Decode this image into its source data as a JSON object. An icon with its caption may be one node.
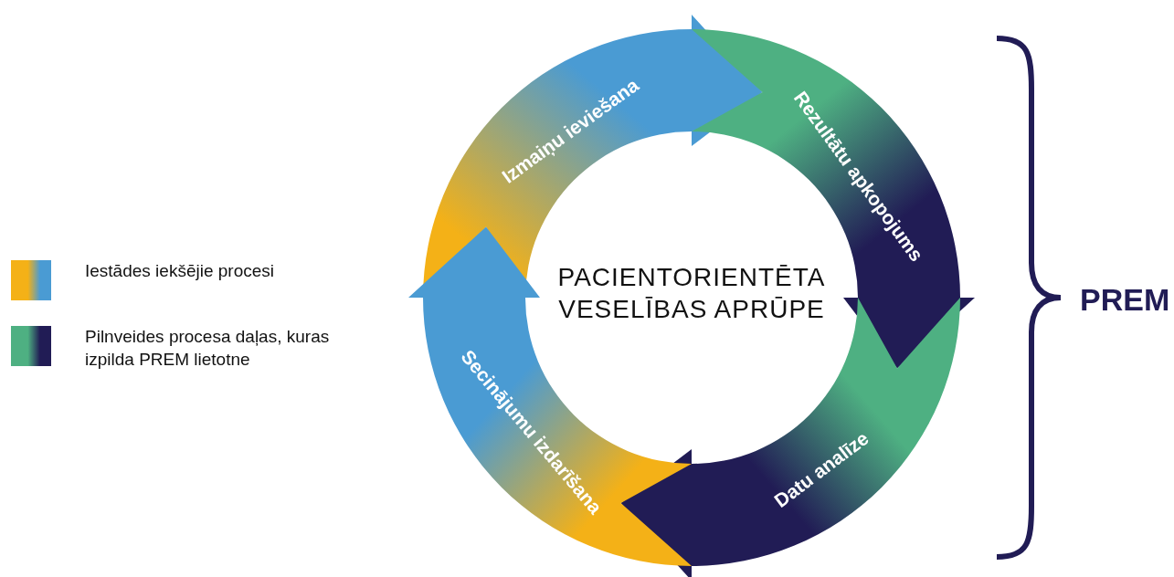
{
  "diagram": {
    "nodes": [
      {
        "text": [
          "PACIENTORIENTĒTA VESELĪBAS APRŪPE"
        ]
      },
      {
        "text": [
          "Izmaiņu ieviešana"
        ]
      },
      {
        "text": [
          "Rezultātu apkopojums"
        ]
      },
      {
        "text": [
          "Datu analīze"
        ]
      },
      {
        "text": [
          "Secinājumu izdarīšana"
        ]
      }
    ],
    "labels": [
      "PREM"
    ],
    "legend": [
      {
        "text": "Iestādes iekšējie procesi",
        "color": "#f4b117"
      },
      {
        "text": "Pilnveides procesa daļas, kuras izpilda PREM lietotne",
        "color": "#4eb082"
      }
    ]
  }
}
